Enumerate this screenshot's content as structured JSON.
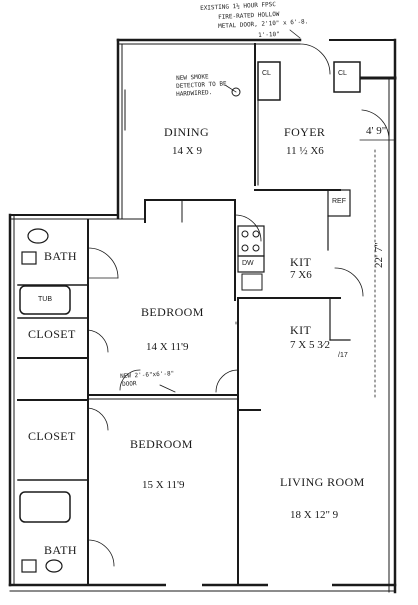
{
  "rooms": {
    "dining": {
      "name": "DINING",
      "dim": "14 X 9"
    },
    "foyer": {
      "name": "FOYER",
      "dim": "11 ½ X6"
    },
    "kit1": {
      "name": "KIT",
      "dim": "7 X6"
    },
    "kit2": {
      "name": "KIT",
      "dim": "7 X 5 3⁄2"
    },
    "bedroom1": {
      "name": "BEDROOM",
      "dim": "14 X 11'9"
    },
    "bedroom2": {
      "name": "BEDROOM",
      "dim": "15 X 11'9"
    },
    "living": {
      "name": "LIVING ROOM",
      "dim": "18 X 12\" 9"
    },
    "bath1": {
      "name": "BATH"
    },
    "bath2": {
      "name": "BATH"
    },
    "closet1": {
      "name": "CLOSET"
    },
    "closet2": {
      "name": "CLOSET"
    }
  },
  "fixtures": {
    "ref": "REF",
    "tub": "TUB",
    "closet_small_1": "CL",
    "closet_small_2": "CL",
    "dw": "DW"
  },
  "dimensions": {
    "vertical": "22' 7\"",
    "horizontal": "4' 9\"",
    "small_mark": "/17"
  },
  "annotations": {
    "door_note": [
      "EXISTING 1½ HOUR FPSC",
      "FIRE-RATED HOLLOW",
      "METAL DOOR, 2'10\" x 6'-8."
    ],
    "door_width": "1'-10\"",
    "smoke_note": [
      "NEW SMOKE",
      "DETECTOR TO BE",
      "HARDWIRED."
    ],
    "new_door_note": [
      "NEW 2'-6\"x6'-8\"",
      "DOOR"
    ]
  }
}
